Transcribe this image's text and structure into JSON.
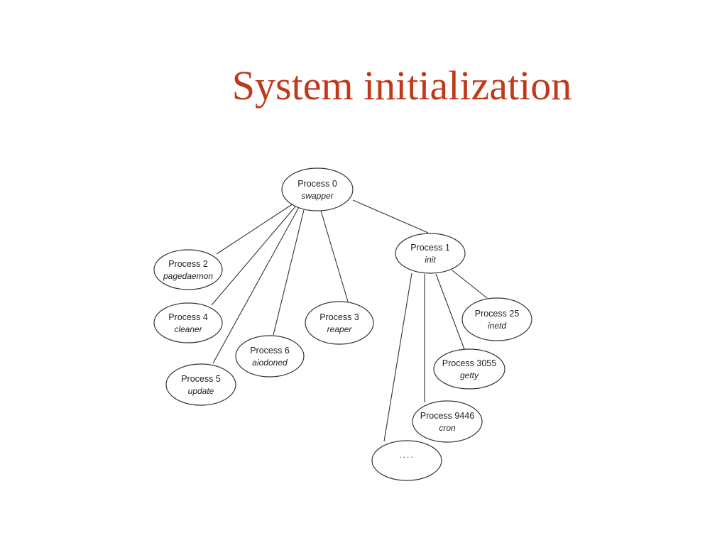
{
  "slide": {
    "title": "System initialization"
  },
  "diagram": {
    "nodes": [
      {
        "id": "p0",
        "title": "Process 0",
        "name": "swapper"
      },
      {
        "id": "p1",
        "title": "Process 1",
        "name": "init"
      },
      {
        "id": "p2",
        "title": "Process 2",
        "name": "pagedaemon"
      },
      {
        "id": "p4",
        "title": "Process 4",
        "name": "cleaner"
      },
      {
        "id": "p5",
        "title": "Process 5",
        "name": "update"
      },
      {
        "id": "p6",
        "title": "Process 6",
        "name": "aiodoned"
      },
      {
        "id": "p3",
        "title": "Process 3",
        "name": "reaper"
      },
      {
        "id": "p25",
        "title": "Process 25",
        "name": "inetd"
      },
      {
        "id": "p3055",
        "title": "Process 3055",
        "name": "getty"
      },
      {
        "id": "p9446",
        "title": "Process 9446",
        "name": "cron"
      },
      {
        "id": "more",
        "title": "....",
        "name": ""
      }
    ],
    "edges": [
      {
        "from": "p0",
        "to": "p2"
      },
      {
        "from": "p0",
        "to": "p4"
      },
      {
        "from": "p0",
        "to": "p5"
      },
      {
        "from": "p0",
        "to": "p6"
      },
      {
        "from": "p0",
        "to": "p3"
      },
      {
        "from": "p0",
        "to": "p1"
      },
      {
        "from": "p1",
        "to": "p25"
      },
      {
        "from": "p1",
        "to": "p3055"
      },
      {
        "from": "p1",
        "to": "p9446"
      },
      {
        "from": "p1",
        "to": "more"
      }
    ]
  }
}
